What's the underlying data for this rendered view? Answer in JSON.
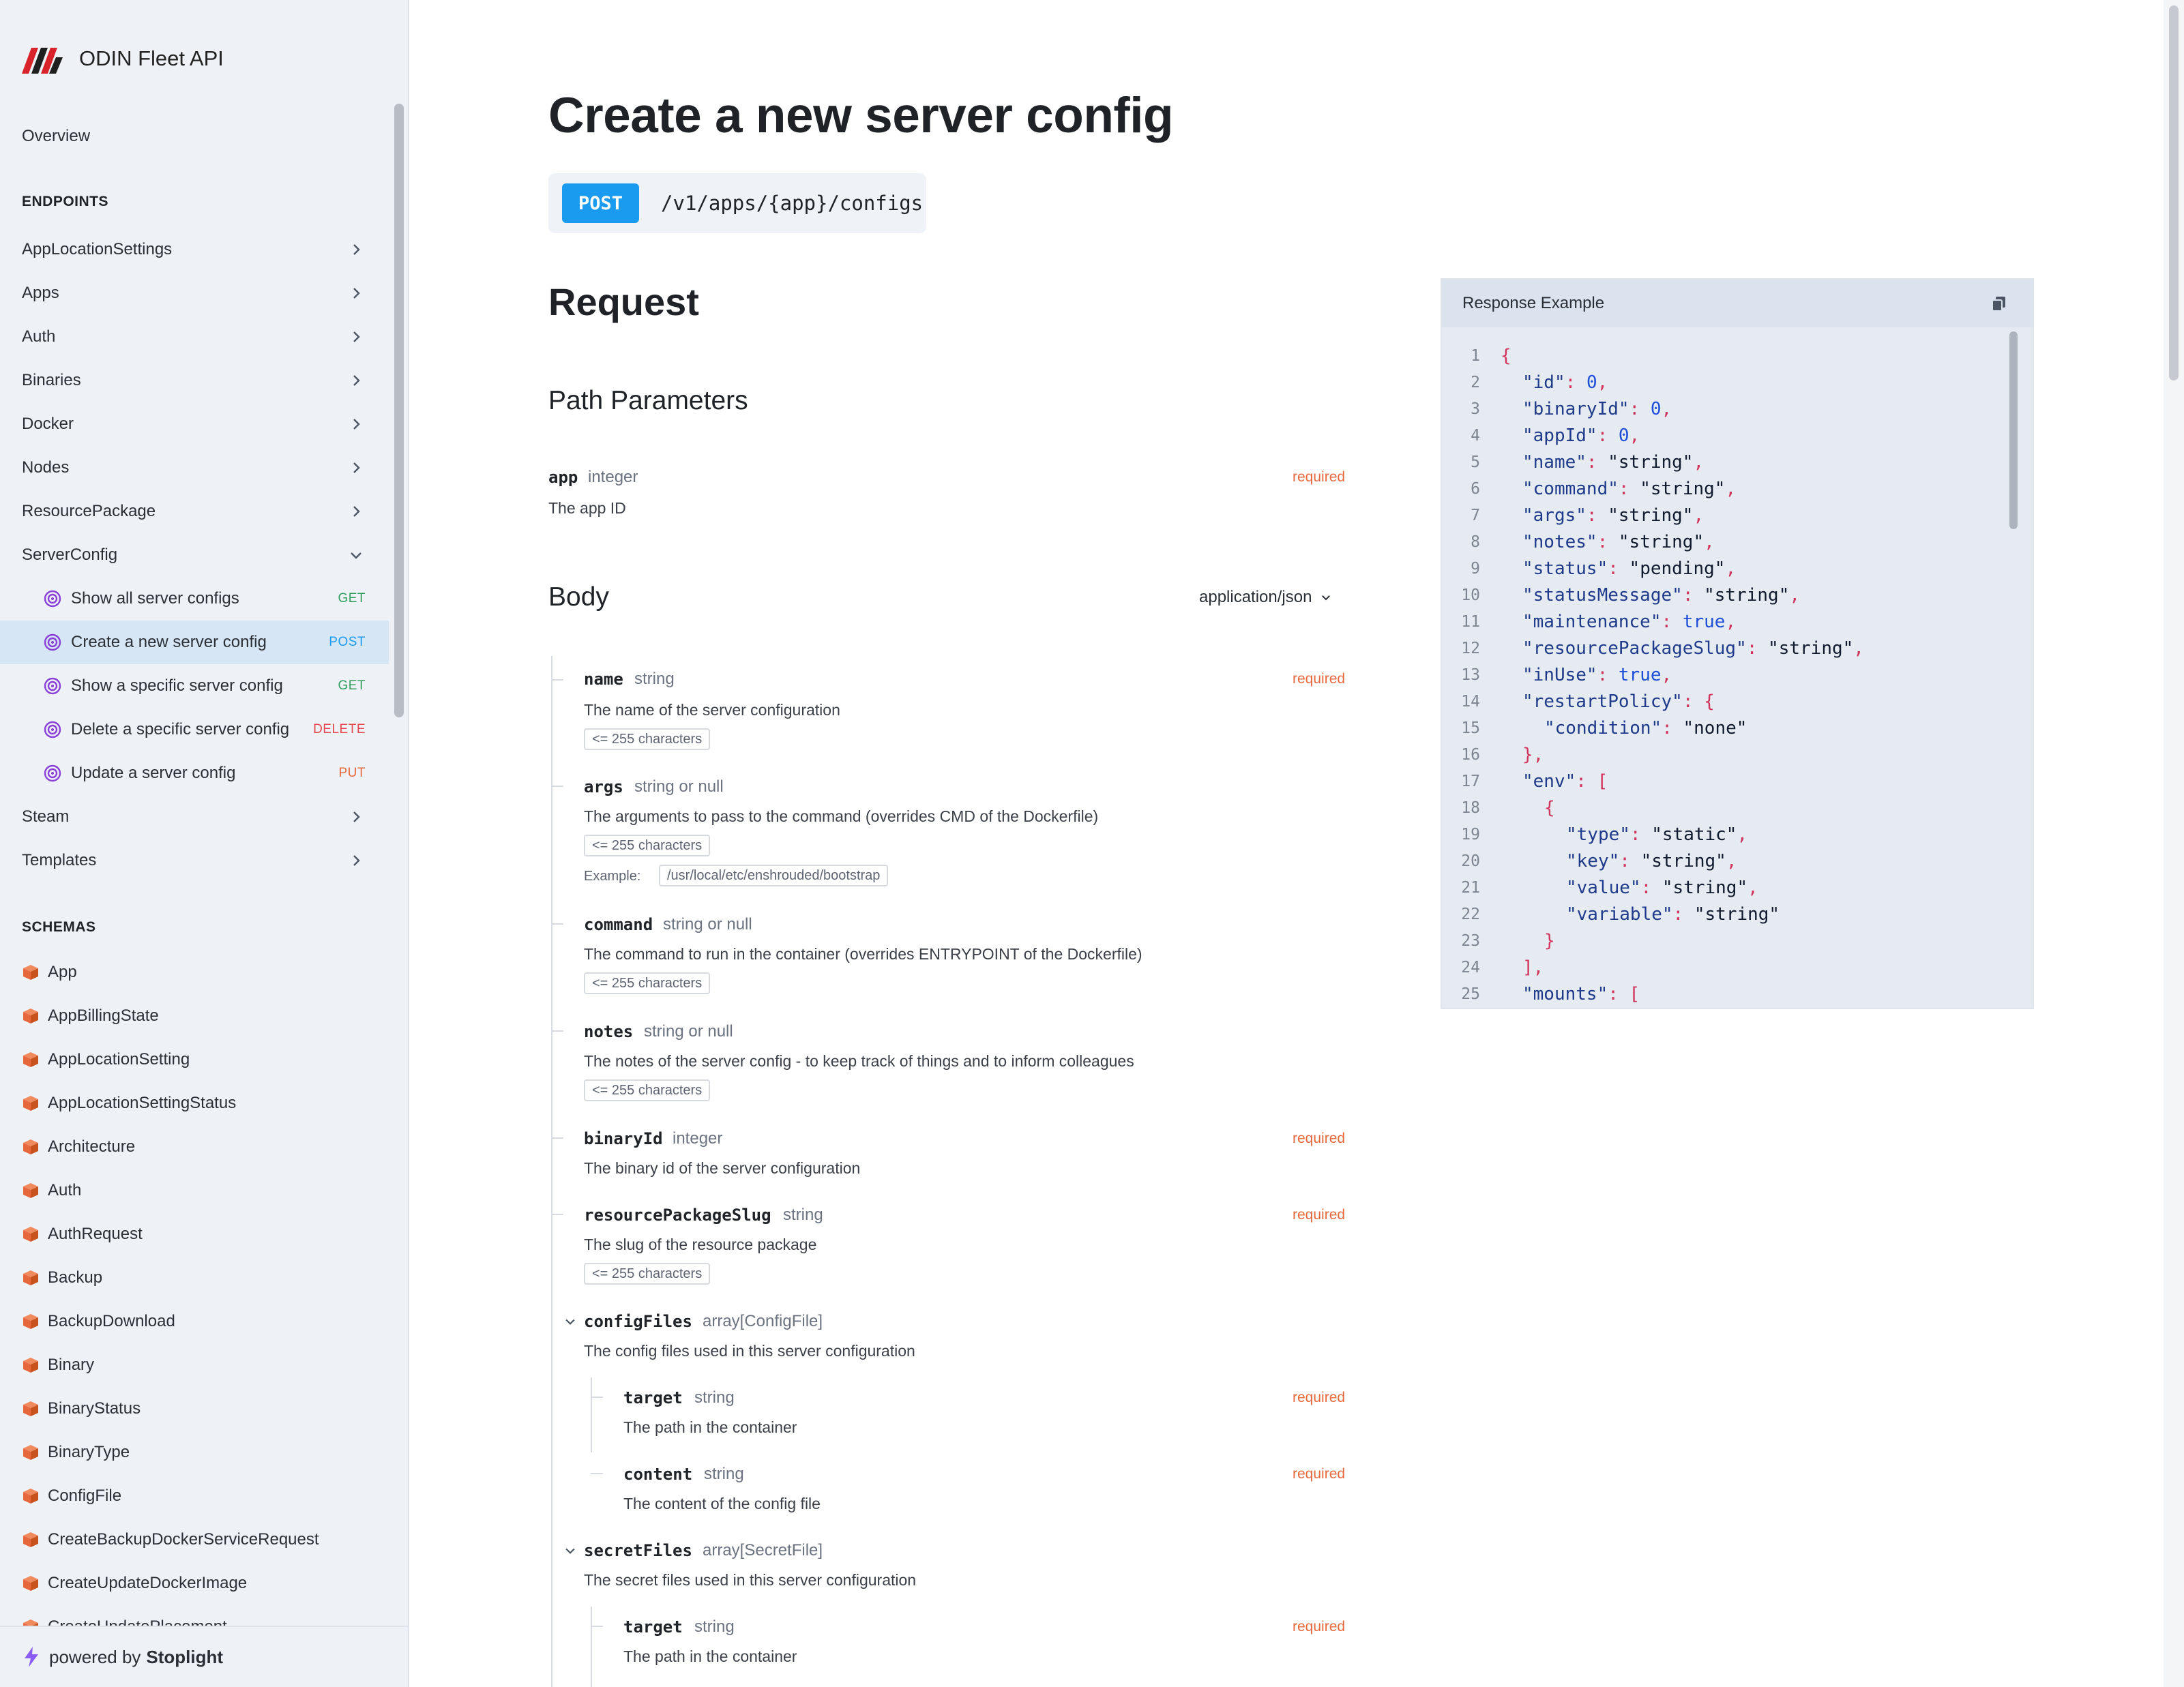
{
  "brand": {
    "title": "ODIN Fleet API"
  },
  "sidebar": {
    "overview": "Overview",
    "endpoints_heading": "ENDPOINTS",
    "endpoints": [
      {
        "label": "AppLocationSettings"
      },
      {
        "label": "Apps"
      },
      {
        "label": "Auth"
      },
      {
        "label": "Binaries"
      },
      {
        "label": "Docker"
      },
      {
        "label": "Nodes"
      },
      {
        "label": "ResourcePackage"
      },
      {
        "label": "ServerConfig"
      }
    ],
    "server_config_ops": [
      {
        "label": "Show all server configs",
        "method": "GET",
        "color": "#2e9d5b"
      },
      {
        "label": "Create a new server config",
        "method": "POST",
        "color": "#1a9bf0"
      },
      {
        "label": "Show a specific server config",
        "method": "GET",
        "color": "#2e9d5b"
      },
      {
        "label": "Delete a specific server config",
        "method": "DELETE",
        "color": "#e5484d"
      },
      {
        "label": "Update a server config",
        "method": "PUT",
        "color": "#e8683d"
      }
    ],
    "endpoints_after": [
      {
        "label": "Steam"
      },
      {
        "label": "Templates"
      }
    ],
    "schemas_heading": "SCHEMAS",
    "schemas": [
      "App",
      "AppBillingState",
      "AppLocationSetting",
      "AppLocationSettingStatus",
      "Architecture",
      "Auth",
      "AuthRequest",
      "Backup",
      "BackupDownload",
      "Binary",
      "BinaryStatus",
      "BinaryType",
      "ConfigFile",
      "CreateBackupDockerServiceRequest",
      "CreateUpdateDockerImage",
      "CreateUpdatePlacement"
    ],
    "powered_by": "powered by",
    "powered_brand": "Stoplight"
  },
  "main": {
    "title": "Create a new server config",
    "method": "POST",
    "path": "/v1/apps/{app}/configs",
    "request_heading": "Request",
    "path_params_heading": "Path Parameters",
    "path_params": [
      {
        "name": "app",
        "type": "integer",
        "required": "required",
        "description": "The app ID"
      }
    ],
    "body_heading": "Body",
    "content_type": "application/json",
    "body_fields": {
      "name": {
        "name": "name",
        "type": "string",
        "required": "required",
        "description": "The name of the server configuration",
        "constraint": "<= 255 characters"
      },
      "args": {
        "name": "args",
        "type": "string or null",
        "description": "The arguments to pass to the command (overrides CMD of the Dockerfile)",
        "constraint": "<= 255 characters",
        "example_label": "Example:",
        "example": "/usr/local/etc/enshrouded/bootstrap"
      },
      "command": {
        "name": "command",
        "type": "string or null",
        "description": "The command to run in the container (overrides ENTRYPOINT of the Dockerfile)",
        "constraint": "<= 255 characters"
      },
      "notes": {
        "name": "notes",
        "type": "string or null",
        "description": "The notes of the server config - to keep track of things and to inform colleagues",
        "constraint": "<= 255 characters"
      },
      "binaryId": {
        "name": "binaryId",
        "type": "integer",
        "required": "required",
        "description": "The binary id of the server configuration"
      },
      "resourcePackageSlug": {
        "name": "resourcePackageSlug",
        "type": "string",
        "required": "required",
        "description": "The slug of the resource package",
        "constraint": "<= 255 characters"
      },
      "configFiles": {
        "name": "configFiles",
        "type": "array[ConfigFile]",
        "description": "The config files used in this server configuration",
        "children": [
          {
            "name": "target",
            "type": "string",
            "required": "required",
            "description": "The path in the container"
          },
          {
            "name": "content",
            "type": "string",
            "required": "required",
            "description": "The content of the config file"
          }
        ]
      },
      "secretFiles": {
        "name": "secretFiles",
        "type": "array[SecretFile]",
        "description": "The secret files used in this server configuration",
        "children": [
          {
            "name": "target",
            "type": "string",
            "required": "required",
            "description": "The path in the container"
          }
        ]
      }
    }
  },
  "response_example": {
    "title": "Response Example",
    "lines": [
      {
        "n": "1",
        "indent": 0,
        "t": [
          [
            "p",
            "{"
          ]
        ]
      },
      {
        "n": "2",
        "indent": 1,
        "t": [
          [
            "k",
            "\"id\""
          ],
          [
            "p",
            ": "
          ],
          [
            "n",
            "0"
          ],
          [
            "p",
            ","
          ]
        ]
      },
      {
        "n": "3",
        "indent": 1,
        "t": [
          [
            "k",
            "\"binaryId\""
          ],
          [
            "p",
            ": "
          ],
          [
            "n",
            "0"
          ],
          [
            "p",
            ","
          ]
        ]
      },
      {
        "n": "4",
        "indent": 1,
        "t": [
          [
            "k",
            "\"appId\""
          ],
          [
            "p",
            ": "
          ],
          [
            "n",
            "0"
          ],
          [
            "p",
            ","
          ]
        ]
      },
      {
        "n": "5",
        "indent": 1,
        "t": [
          [
            "k",
            "\"name\""
          ],
          [
            "p",
            ": "
          ],
          [
            "s",
            "\"string\""
          ],
          [
            "p",
            ","
          ]
        ]
      },
      {
        "n": "6",
        "indent": 1,
        "t": [
          [
            "k",
            "\"command\""
          ],
          [
            "p",
            ": "
          ],
          [
            "s",
            "\"string\""
          ],
          [
            "p",
            ","
          ]
        ]
      },
      {
        "n": "7",
        "indent": 1,
        "t": [
          [
            "k",
            "\"args\""
          ],
          [
            "p",
            ": "
          ],
          [
            "s",
            "\"string\""
          ],
          [
            "p",
            ","
          ]
        ]
      },
      {
        "n": "8",
        "indent": 1,
        "t": [
          [
            "k",
            "\"notes\""
          ],
          [
            "p",
            ": "
          ],
          [
            "s",
            "\"string\""
          ],
          [
            "p",
            ","
          ]
        ]
      },
      {
        "n": "9",
        "indent": 1,
        "t": [
          [
            "k",
            "\"status\""
          ],
          [
            "p",
            ": "
          ],
          [
            "s",
            "\"pending\""
          ],
          [
            "p",
            ","
          ]
        ]
      },
      {
        "n": "10",
        "indent": 1,
        "t": [
          [
            "k",
            "\"statusMessage\""
          ],
          [
            "p",
            ": "
          ],
          [
            "s",
            "\"string\""
          ],
          [
            "p",
            ","
          ]
        ]
      },
      {
        "n": "11",
        "indent": 1,
        "t": [
          [
            "k",
            "\"maintenance\""
          ],
          [
            "p",
            ": "
          ],
          [
            "n",
            "true"
          ],
          [
            "p",
            ","
          ]
        ]
      },
      {
        "n": "12",
        "indent": 1,
        "t": [
          [
            "k",
            "\"resourcePackageSlug\""
          ],
          [
            "p",
            ": "
          ],
          [
            "s",
            "\"string\""
          ],
          [
            "p",
            ","
          ]
        ]
      },
      {
        "n": "13",
        "indent": 1,
        "t": [
          [
            "k",
            "\"inUse\""
          ],
          [
            "p",
            ": "
          ],
          [
            "n",
            "true"
          ],
          [
            "p",
            ","
          ]
        ]
      },
      {
        "n": "14",
        "indent": 1,
        "t": [
          [
            "k",
            "\"restartPolicy\""
          ],
          [
            "p",
            ": {"
          ]
        ]
      },
      {
        "n": "15",
        "indent": 2,
        "t": [
          [
            "k",
            "\"condition\""
          ],
          [
            "p",
            ": "
          ],
          [
            "s",
            "\"none\""
          ]
        ]
      },
      {
        "n": "16",
        "indent": 1,
        "t": [
          [
            "p",
            "},"
          ]
        ]
      },
      {
        "n": "17",
        "indent": 1,
        "t": [
          [
            "k",
            "\"env\""
          ],
          [
            "p",
            ": ["
          ]
        ]
      },
      {
        "n": "18",
        "indent": 2,
        "t": [
          [
            "p",
            "{"
          ]
        ]
      },
      {
        "n": "19",
        "indent": 3,
        "t": [
          [
            "k",
            "\"type\""
          ],
          [
            "p",
            ": "
          ],
          [
            "s",
            "\"static\""
          ],
          [
            "p",
            ","
          ]
        ]
      },
      {
        "n": "20",
        "indent": 3,
        "t": [
          [
            "k",
            "\"key\""
          ],
          [
            "p",
            ": "
          ],
          [
            "s",
            "\"string\""
          ],
          [
            "p",
            ","
          ]
        ]
      },
      {
        "n": "21",
        "indent": 3,
        "t": [
          [
            "k",
            "\"value\""
          ],
          [
            "p",
            ": "
          ],
          [
            "s",
            "\"string\""
          ],
          [
            "p",
            ","
          ]
        ]
      },
      {
        "n": "22",
        "indent": 3,
        "t": [
          [
            "k",
            "\"variable\""
          ],
          [
            "p",
            ": "
          ],
          [
            "s",
            "\"string\""
          ]
        ]
      },
      {
        "n": "23",
        "indent": 2,
        "t": [
          [
            "p",
            "}"
          ]
        ]
      },
      {
        "n": "24",
        "indent": 1,
        "t": [
          [
            "p",
            "],"
          ]
        ]
      },
      {
        "n": "25",
        "indent": 1,
        "t": [
          [
            "k",
            "\"mounts\""
          ],
          [
            "p",
            ": ["
          ]
        ]
      }
    ]
  },
  "colors": {
    "accent": "#1a9bf0",
    "required": "#e8683d",
    "schema_icon": "#e8683d",
    "operation_icon": "#8b3fd9"
  },
  "icons": {
    "brand": "odin-logo-icon",
    "chevron": "chevron-right-icon",
    "operation": "operation-target-icon",
    "schema": "cube-icon",
    "copy": "copy-icon",
    "powered": "lightning-bolt-icon"
  }
}
